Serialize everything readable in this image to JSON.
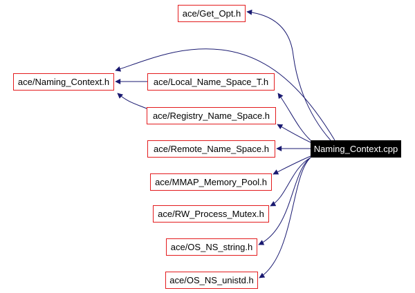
{
  "diagram": {
    "type": "include-dependency-graph",
    "root": {
      "id": "cpp",
      "label": "Naming_Context.cpp"
    },
    "nodes": [
      {
        "id": "get_opt",
        "label": "ace/Get_Opt.h"
      },
      {
        "id": "nc_h",
        "label": "ace/Naming_Context.h"
      },
      {
        "id": "local",
        "label": "ace/Local_Name_Space_T.h"
      },
      {
        "id": "registry",
        "label": "ace/Registry_Name_Space.h"
      },
      {
        "id": "remote",
        "label": "ace/Remote_Name_Space.h"
      },
      {
        "id": "mmap",
        "label": "ace/MMAP_Memory_Pool.h"
      },
      {
        "id": "rw",
        "label": "ace/RW_Process_Mutex.h"
      },
      {
        "id": "string",
        "label": "ace/OS_NS_string.h"
      },
      {
        "id": "unistd",
        "label": "ace/OS_NS_unistd.h"
      }
    ],
    "edges": [
      {
        "from": "cpp",
        "to": "get_opt"
      },
      {
        "from": "cpp",
        "to": "nc_h"
      },
      {
        "from": "cpp",
        "to": "local"
      },
      {
        "from": "cpp",
        "to": "registry"
      },
      {
        "from": "cpp",
        "to": "remote"
      },
      {
        "from": "cpp",
        "to": "mmap"
      },
      {
        "from": "cpp",
        "to": "rw"
      },
      {
        "from": "cpp",
        "to": "string"
      },
      {
        "from": "cpp",
        "to": "unistd"
      },
      {
        "from": "local",
        "to": "nc_h"
      },
      {
        "from": "registry",
        "to": "nc_h"
      }
    ],
    "colors": {
      "edge": "#191970",
      "node_border": "#e31a1c",
      "root_fill": "#000000",
      "root_text": "#ffffff"
    }
  }
}
